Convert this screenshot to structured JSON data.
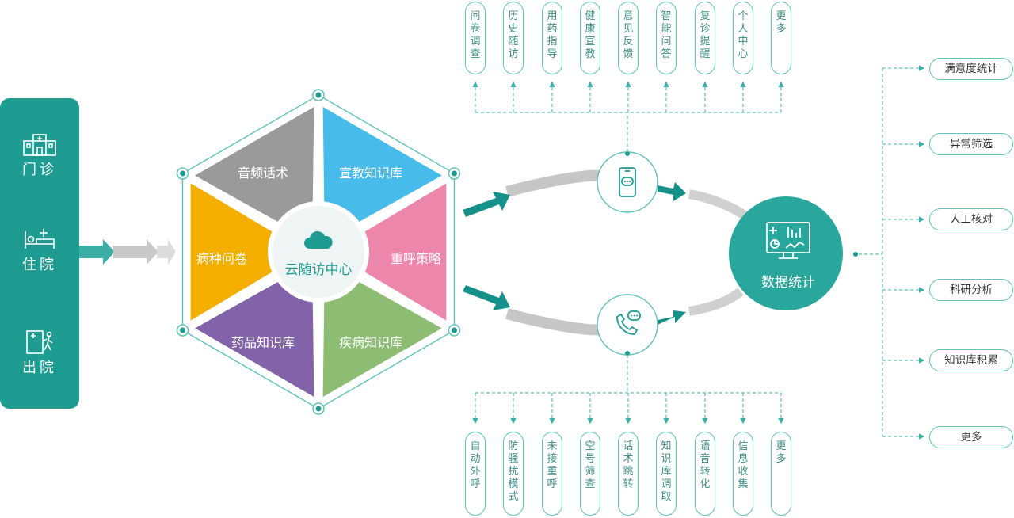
{
  "left_panel": {
    "items": [
      {
        "label": "门诊",
        "icon": "hospital-building-icon"
      },
      {
        "label": "住院",
        "icon": "hospital-bed-icon"
      },
      {
        "label": "出院",
        "icon": "discharge-walking-icon"
      }
    ]
  },
  "hexagon": {
    "center_label": "云随访中心",
    "center_icon": "cloud-icon",
    "segments": [
      {
        "label": "音频话术",
        "color": "#47bbea"
      },
      {
        "label": "宣教知识库",
        "color": "#ec86aa"
      },
      {
        "label": "重呼策略",
        "color": "#8dbd73"
      },
      {
        "label": "疾病知识库",
        "color": "#8263a9"
      },
      {
        "label": "药品知识库",
        "color": "#f4ae00"
      },
      {
        "label": "病种问卷",
        "color": "#9a9a9a"
      }
    ]
  },
  "channels": {
    "top": {
      "icon": "mobile-chat-icon"
    },
    "bottom": {
      "icon": "phone-call-icon"
    }
  },
  "top_features": [
    "问卷调查",
    "历史随访",
    "用药指导",
    "健康宣教",
    "意见反馈",
    "智能问答",
    "复诊提醒",
    "个人中心",
    "更多"
  ],
  "bottom_features": [
    "自动外呼",
    "防骚扰模式",
    "未接重呼",
    "空号筛查",
    "话术跳转",
    "知识库调取",
    "语音转化",
    "信息收集",
    "更多"
  ],
  "stats": {
    "label": "数据统计",
    "icon": "monitor-dashboard-icon"
  },
  "right_outputs": [
    "满意度统计",
    "异常筛选",
    "人工核对",
    "科研分析",
    "知识库积累",
    "更多"
  ],
  "colors": {
    "teal": "#1e9c91",
    "teal_light": "#5ec3b9",
    "arrow_gray": "#c8c8c8"
  }
}
